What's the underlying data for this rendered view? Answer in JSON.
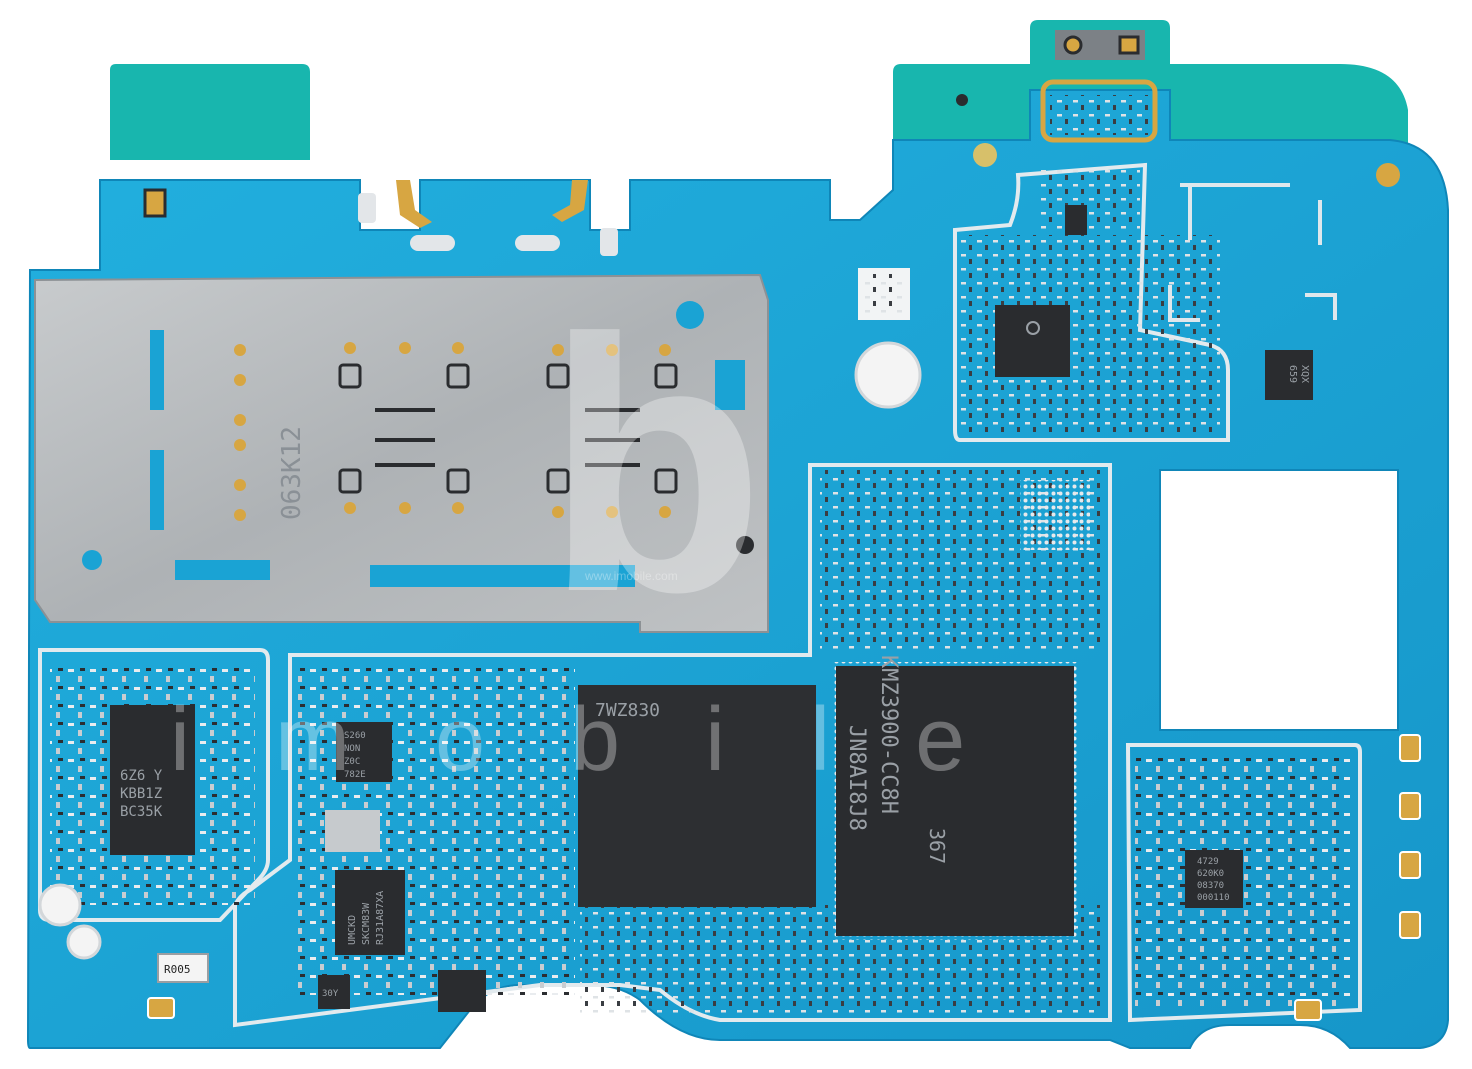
{
  "colors": {
    "board": "#1aa3d4",
    "board_edge": "#0f86b8",
    "board_teal": "#17b7b0",
    "shield": "#b9bcbf",
    "chip": "#2a2c2f",
    "gold": "#d7a642",
    "wall": "#dfe7ec"
  },
  "markings": {
    "sim_tray": "063K12",
    "ram_line1": "7WZ830",
    "flash_line1": "KMZ3900-CC8H",
    "flash_line2": "JN8AI8J8",
    "flash_line3": "367",
    "pmic_line1": "6Z6 Y",
    "pmic_line2": "KBB1Z",
    "pmic_line3": "BC35K",
    "small_chip_1": "S260",
    "small_chip_2": "NON",
    "small_chip_3": "Z0C",
    "small_chip_4": "782E",
    "power_chip_1": "UMCKD",
    "power_chip_2": "SKCM83W",
    "power_chip_3": "RJ31A87XA",
    "tiny_30y": "30Y",
    "rf_chip_1": "XQX",
    "rf_chip_2": "659",
    "audio_chip_1": "4729",
    "audio_chip_2": "620K0",
    "audio_chip_3": "08370",
    "audio_chip_4": "000110",
    "resistor_label": "R005"
  },
  "watermark": {
    "brand_big": "b",
    "brand_letters": "i  m  o  b  i  l  e",
    "small": "www.imobile.com"
  }
}
